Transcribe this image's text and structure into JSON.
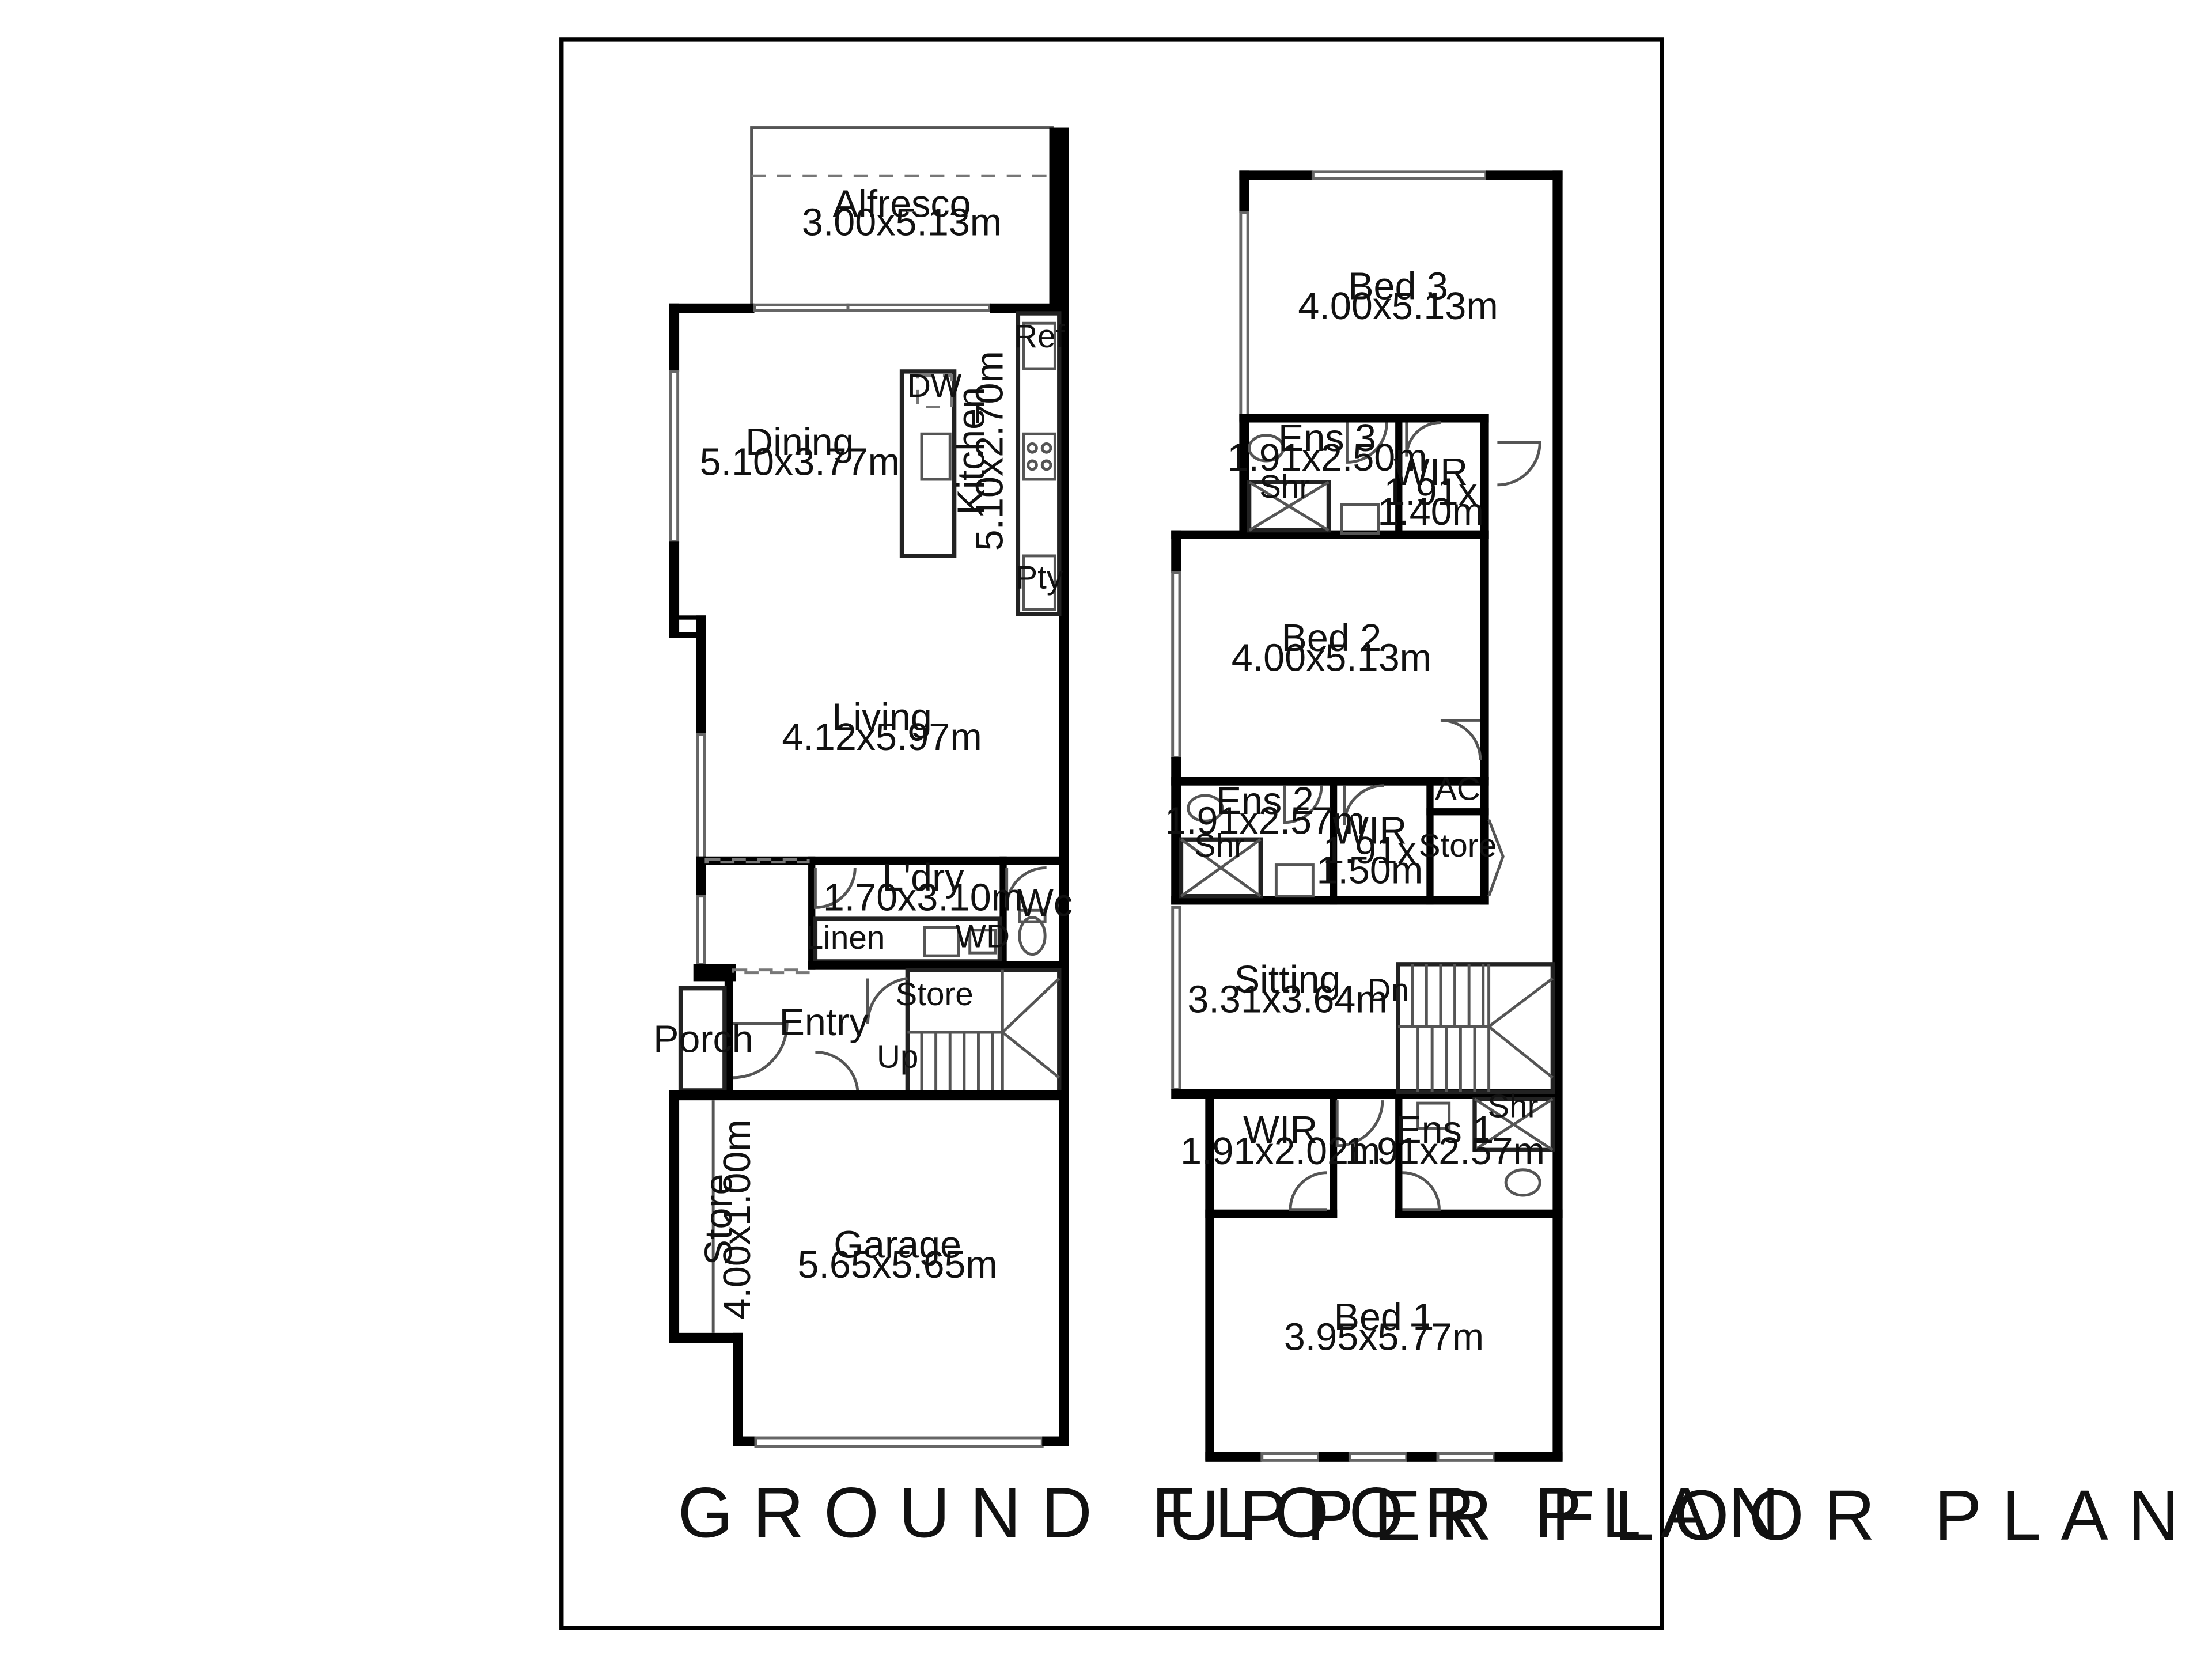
{
  "titles": {
    "ground": "GROUND FLOOR PLAN",
    "upper": "UPPER FLOOR PLAN"
  },
  "ground": {
    "alfresco": {
      "name": "Alfresco",
      "size": "3.00x5.13m"
    },
    "dining": {
      "name": "Dining",
      "size": "5.10x3.77m"
    },
    "kitchen": {
      "name": "Kitchen",
      "size": "5.10x2.70m"
    },
    "living": {
      "name": "Living",
      "size": "4.12x5.97m"
    },
    "laundry": {
      "name": "L'dry",
      "size": "1.70x3.10m"
    },
    "entry": {
      "name": "Entry"
    },
    "porch": {
      "name": "Porch"
    },
    "garage": {
      "name": "Garage",
      "size": "5.65x5.65m"
    },
    "store": {
      "name": "Store",
      "size": "4.00x1.00m"
    },
    "fixtures": {
      "ref": "Ref",
      "dw": "DW",
      "pty": "Pty",
      "linen": "Linen",
      "wd": "WD",
      "wc": "Wc",
      "stair_store": "Store",
      "up": "Up"
    }
  },
  "upper": {
    "bed3": {
      "name": "Bed 3",
      "size": "4.00x5.13m"
    },
    "ens3": {
      "name": "Ens 3",
      "size": "1.91x2.50m"
    },
    "wir3": {
      "name": "WIR",
      "line1": "1.91x",
      "line2": "1.40m"
    },
    "bed2": {
      "name": "Bed 2",
      "size": "4.00x5.13m"
    },
    "ens2": {
      "name": "Ens 2",
      "size": "1.91x2.57m"
    },
    "wir2": {
      "name": "WIR",
      "line1": "1.91x",
      "line2": "1.50m"
    },
    "ac": "AC",
    "store": "Store",
    "sitting": {
      "name": "Sitting",
      "size": "3.31x3.64m"
    },
    "dn": "Dn",
    "wir1": {
      "name": "WIR",
      "size": "1.91x2.02m"
    },
    "ens1": {
      "name": "Ens 1",
      "size": "1.91x2.57m"
    },
    "bed1": {
      "name": "Bed 1",
      "size": "3.95x5.77m"
    },
    "shr": "Shr"
  }
}
